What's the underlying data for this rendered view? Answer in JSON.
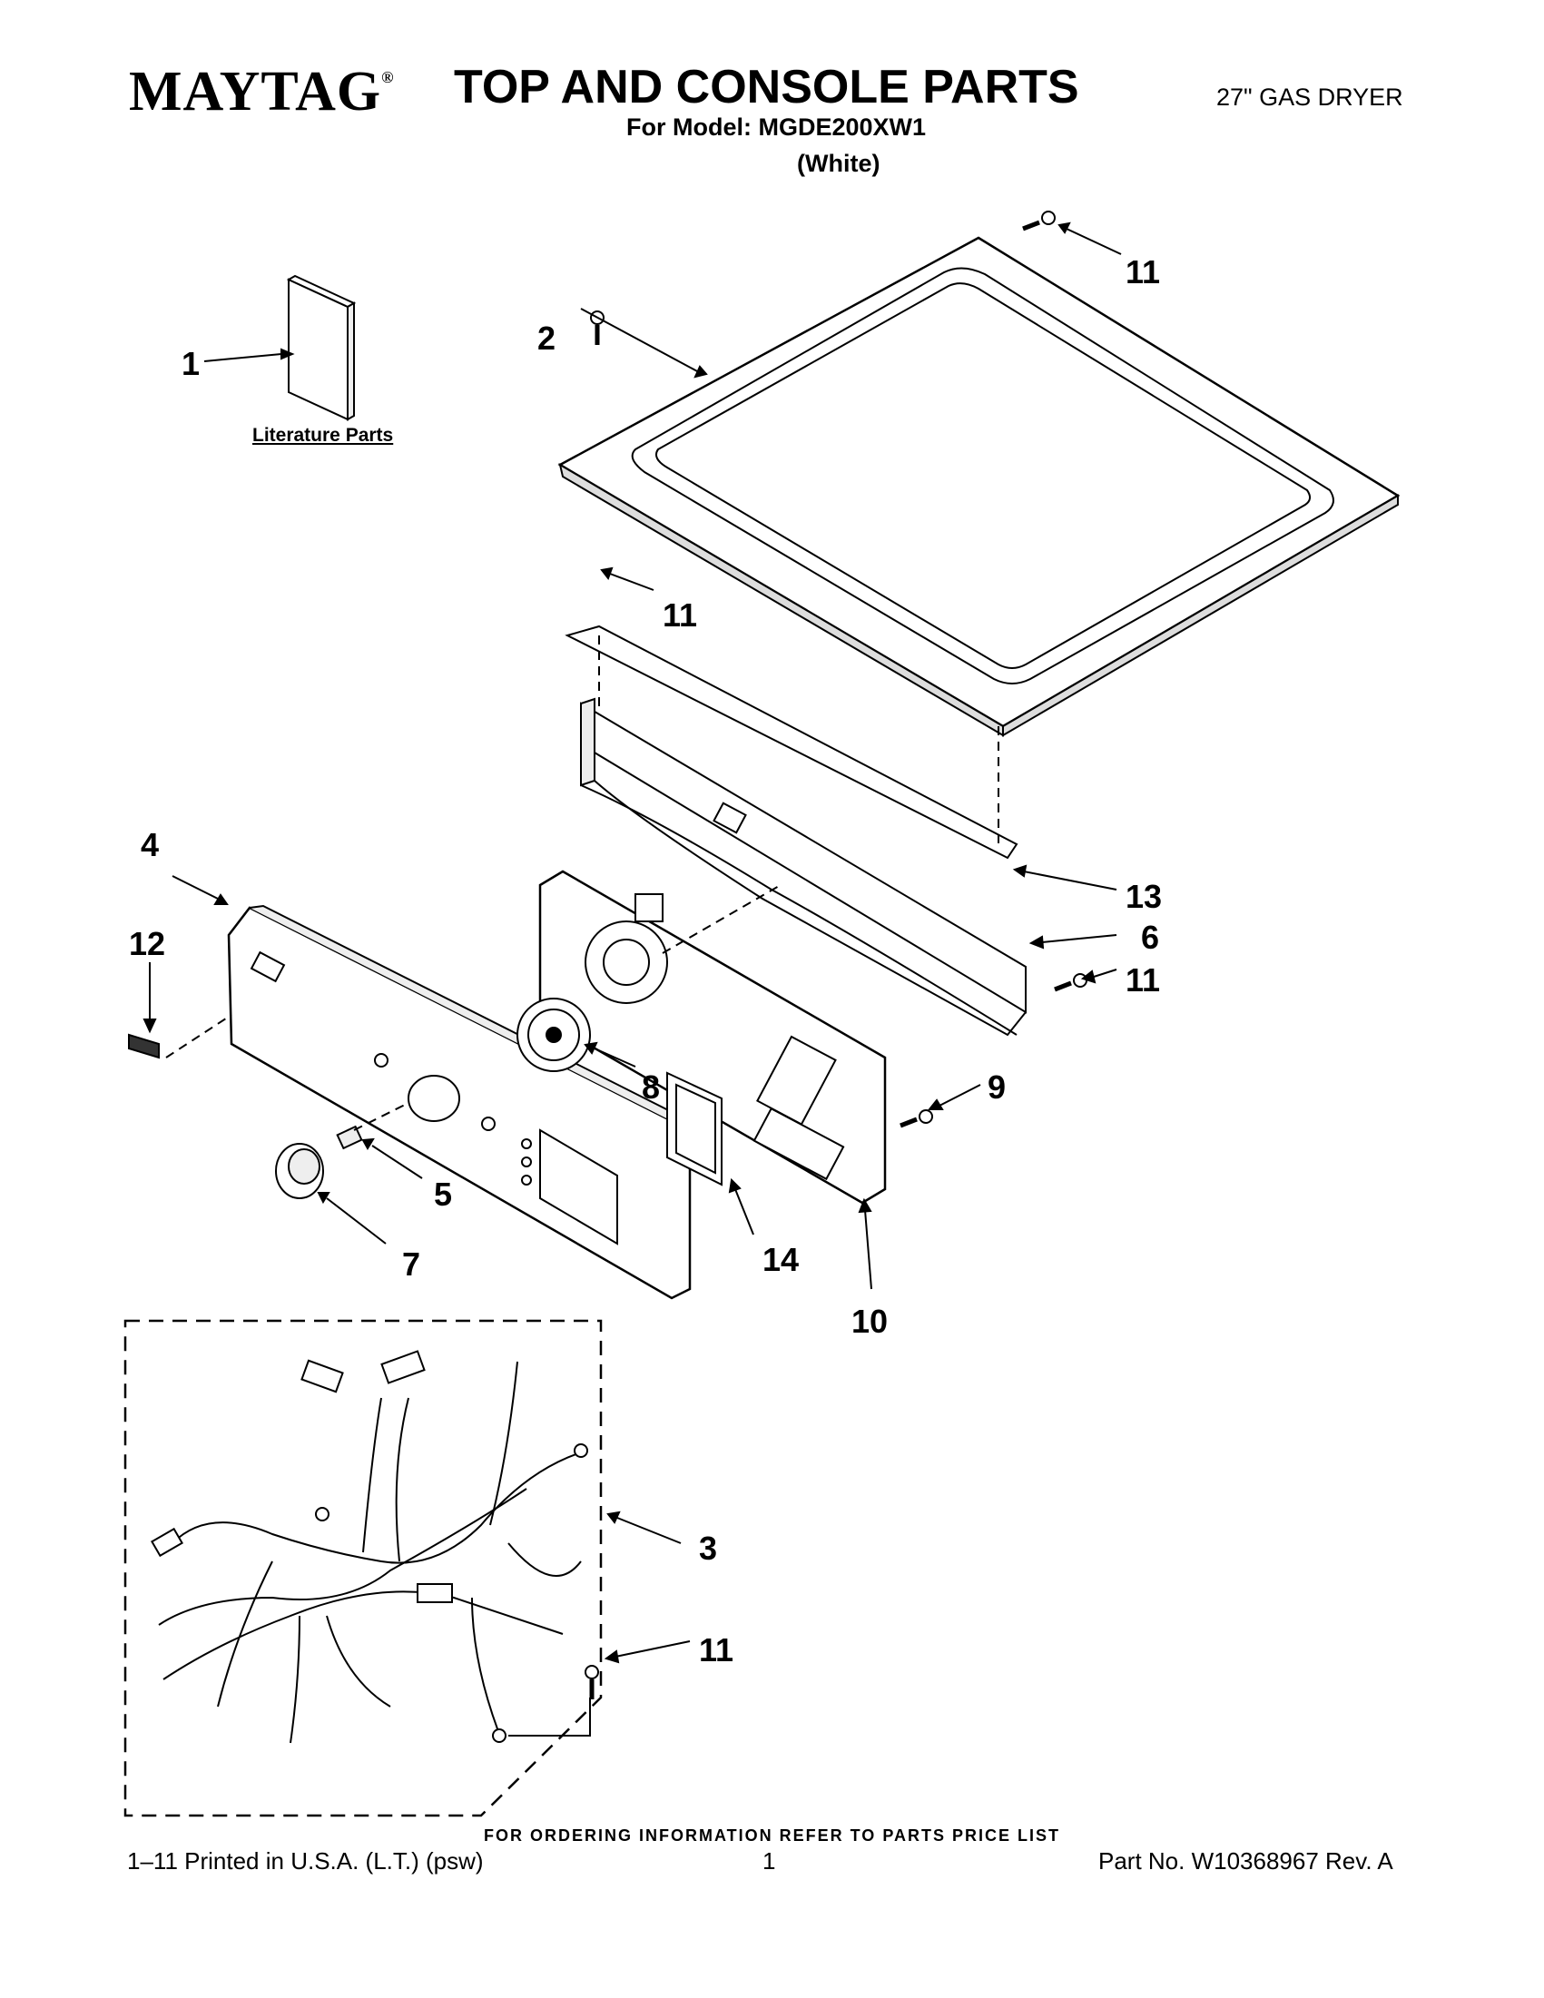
{
  "header": {
    "brand": "MAYTAG",
    "brand_mark": "®",
    "title": "TOP AND CONSOLE PARTS",
    "model_line": "For Model: MGDE200XW1",
    "color_line": "(White)",
    "product_type": "27\" GAS DRYER"
  },
  "diagram": {
    "literature_label": "Literature Parts",
    "callouts": [
      "1",
      "2",
      "3",
      "4",
      "5",
      "6",
      "7",
      "8",
      "9",
      "10",
      "11",
      "11",
      "11",
      "11",
      "12",
      "13",
      "14"
    ]
  },
  "footer": {
    "ordering_note": "FOR ORDERING INFORMATION REFER TO PARTS PRICE LIST",
    "printed": "1–11 Printed in U.S.A. (L.T.) (psw)",
    "page": "1",
    "part_no": "Part No. W10368967 Rev. A"
  }
}
